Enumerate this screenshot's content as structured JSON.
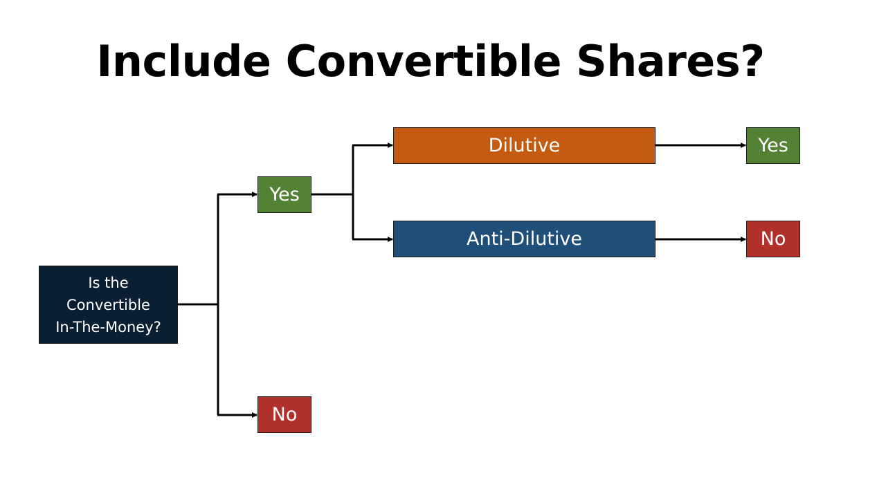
{
  "title": "Include Convertible Shares?",
  "colors": {
    "question_bg": "#0b1f33",
    "yes_bg": "#548235",
    "no_bg": "#b0302c",
    "dilutive_bg": "#c55a11",
    "anti_dilutive_bg": "#1f4e79",
    "connector": "#000000"
  },
  "nodes": {
    "question": {
      "lines": [
        "Is the",
        "Convertible",
        "In-The-Money?"
      ]
    },
    "itm_yes": {
      "label": "Yes"
    },
    "itm_no": {
      "label": "No"
    },
    "dilutive": {
      "label": "Dilutive"
    },
    "anti_dilutive": {
      "label": "Anti-Dilutive"
    },
    "dilutive_result": {
      "label": "Yes"
    },
    "anti_dilutive_result": {
      "label": "No"
    }
  },
  "edges": [
    {
      "from": "question",
      "to": "itm_yes"
    },
    {
      "from": "question",
      "to": "itm_no"
    },
    {
      "from": "itm_yes",
      "to": "dilutive"
    },
    {
      "from": "itm_yes",
      "to": "anti_dilutive"
    },
    {
      "from": "dilutive",
      "to": "dilutive_result"
    },
    {
      "from": "anti_dilutive",
      "to": "anti_dilutive_result"
    }
  ]
}
